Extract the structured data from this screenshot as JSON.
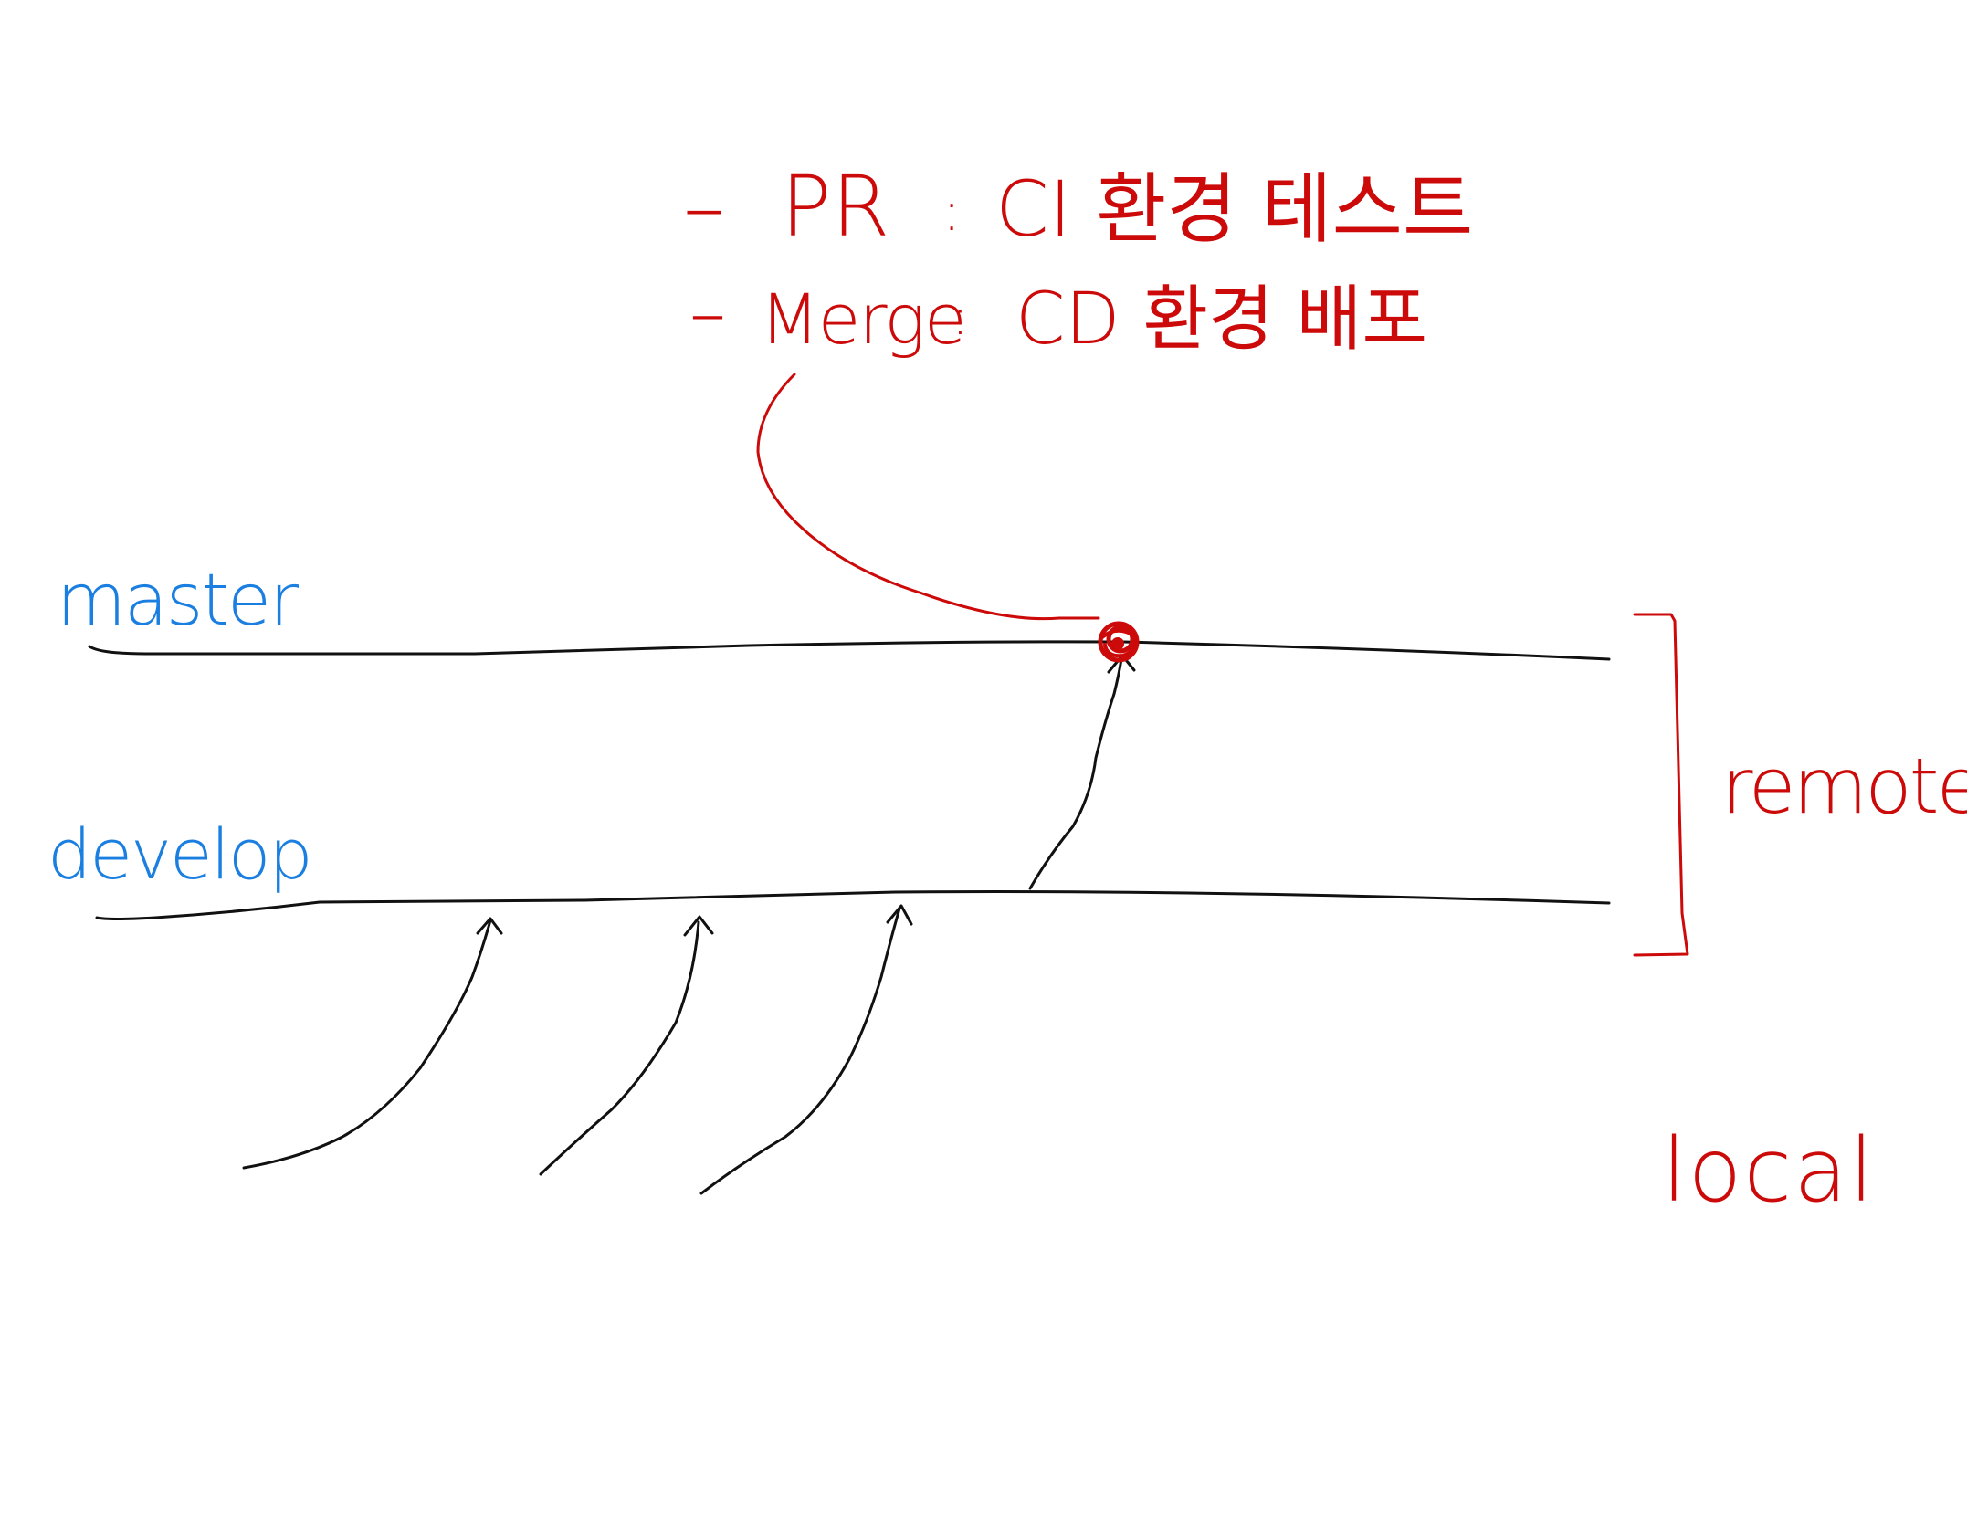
{
  "colors": {
    "branch_label": "#1a7fe0",
    "annotation": "#cc0a0a",
    "line": "#111111",
    "background": "#ffffff"
  },
  "branches": {
    "master": "master",
    "develop": "develop"
  },
  "scopes": {
    "remote": "remote",
    "local": "local"
  },
  "notes": [
    {
      "bullet": "–",
      "key": "PR",
      "sep": ":",
      "text": "CI 환경 테스트"
    },
    {
      "bullet": "–",
      "key": "Merge",
      "sep": ":",
      "text": "CD 환경 배포"
    }
  ]
}
